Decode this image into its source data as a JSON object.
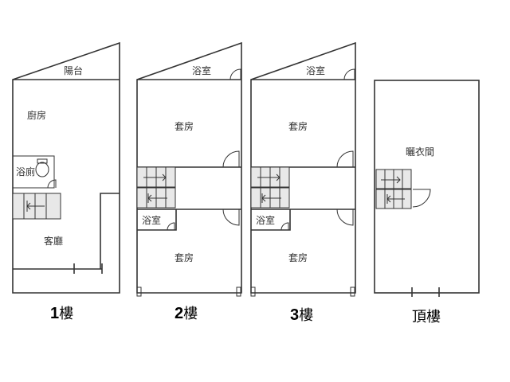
{
  "floors": [
    {
      "label_num": "1",
      "label_suffix": "樓",
      "rooms": {
        "balcony": "陽台",
        "kitchen": "廚房",
        "bath": "浴廁",
        "living": "客廳"
      }
    },
    {
      "label_num": "2",
      "label_suffix": "樓",
      "rooms": {
        "bath_top": "浴室",
        "suite_top": "套房",
        "bath_mid": "浴室",
        "suite_bottom": "套房"
      }
    },
    {
      "label_num": "3",
      "label_suffix": "樓",
      "rooms": {
        "bath_top": "浴室",
        "suite_top": "套房",
        "bath_mid": "浴室",
        "suite_bottom": "套房"
      }
    },
    {
      "label_num": "",
      "label_suffix": "頂樓",
      "rooms": {
        "laundry": "曬衣間"
      }
    }
  ]
}
